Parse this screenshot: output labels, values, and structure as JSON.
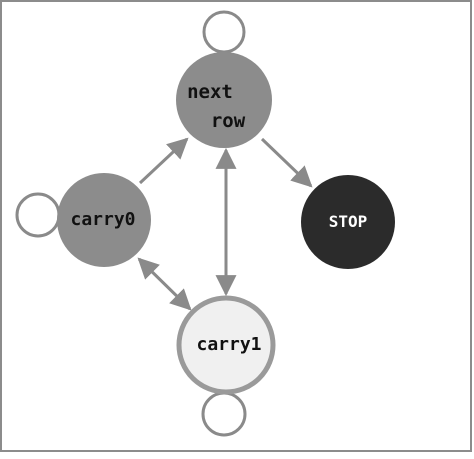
{
  "diagram": {
    "frame_color": "#8c8c8c",
    "edge_color": "#8a8a8a",
    "nodes": {
      "next_row": {
        "label_line1": "next",
        "label_line2": "row",
        "fill": "#8c8c8c",
        "text_color": "#111111"
      },
      "carry0": {
        "label": "carry0",
        "fill": "#8c8c8c",
        "text_color": "#111111"
      },
      "stop": {
        "label": "STOP",
        "fill": "#2b2b2b",
        "text_color": "#ffffff"
      },
      "carry1": {
        "label": "carry1",
        "fill": "#f0f0f0",
        "stroke": "#9a9a9a",
        "text_color": "#111111"
      }
    },
    "edges": [
      {
        "from": "carry0",
        "to": "next_row",
        "arrow": "end"
      },
      {
        "from": "next_row",
        "to": "stop",
        "arrow": "end"
      },
      {
        "from": "next_row",
        "to": "carry1",
        "arrow": "both"
      },
      {
        "from": "carry0",
        "to": "carry1",
        "arrow": "both"
      }
    ],
    "self_loops": [
      "next_row",
      "carry0",
      "carry1"
    ]
  }
}
